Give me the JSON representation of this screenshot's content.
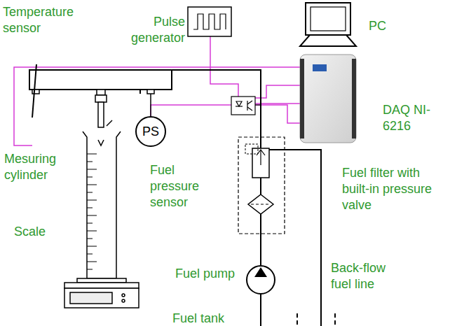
{
  "diagram": {
    "nodes": [
      {
        "text": [
          "PS"
        ]
      }
    ],
    "labels": [
      "Temperature sensor",
      "Pulse generator",
      "PC",
      "DAQ NI-6216",
      "Mesuring cylinder",
      "Fuel pressure sensor",
      "Fuel filter with built-in pressure valve",
      "Scale",
      "Fuel pump",
      "Back-flow fuel line",
      "Fuel tank"
    ]
  }
}
